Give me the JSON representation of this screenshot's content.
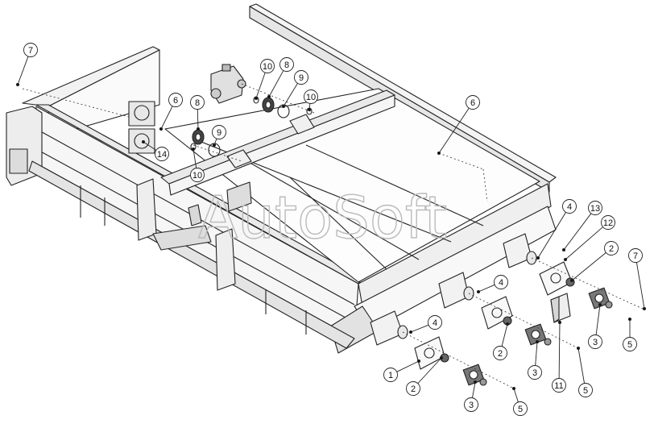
{
  "watermark": "AutoSoft",
  "callouts": [
    {
      "id": "c7a",
      "label": "7"
    },
    {
      "id": "c6a",
      "label": "6"
    },
    {
      "id": "c14",
      "label": "14"
    },
    {
      "id": "c8a",
      "label": "8"
    },
    {
      "id": "c9a",
      "label": "9"
    },
    {
      "id": "c10a",
      "label": "10"
    },
    {
      "id": "c10b",
      "label": "10"
    },
    {
      "id": "c8b",
      "label": "8"
    },
    {
      "id": "c9b",
      "label": "9"
    },
    {
      "id": "c10c",
      "label": "10"
    },
    {
      "id": "c6b",
      "label": "6"
    },
    {
      "id": "c4a",
      "label": "4"
    },
    {
      "id": "c13",
      "label": "13"
    },
    {
      "id": "c12",
      "label": "12"
    },
    {
      "id": "c2a",
      "label": "2"
    },
    {
      "id": "c7b",
      "label": "7"
    },
    {
      "id": "c4b",
      "label": "4"
    },
    {
      "id": "c3a",
      "label": "3"
    },
    {
      "id": "c5a",
      "label": "5"
    },
    {
      "id": "c2b",
      "label": "2"
    },
    {
      "id": "c4c",
      "label": "4"
    },
    {
      "id": "c3b",
      "label": "3"
    },
    {
      "id": "c11",
      "label": "11"
    },
    {
      "id": "c5b",
      "label": "5"
    },
    {
      "id": "c1",
      "label": "1"
    },
    {
      "id": "c2c",
      "label": "2"
    },
    {
      "id": "c3c",
      "label": "3"
    },
    {
      "id": "c5c",
      "label": "5"
    }
  ]
}
